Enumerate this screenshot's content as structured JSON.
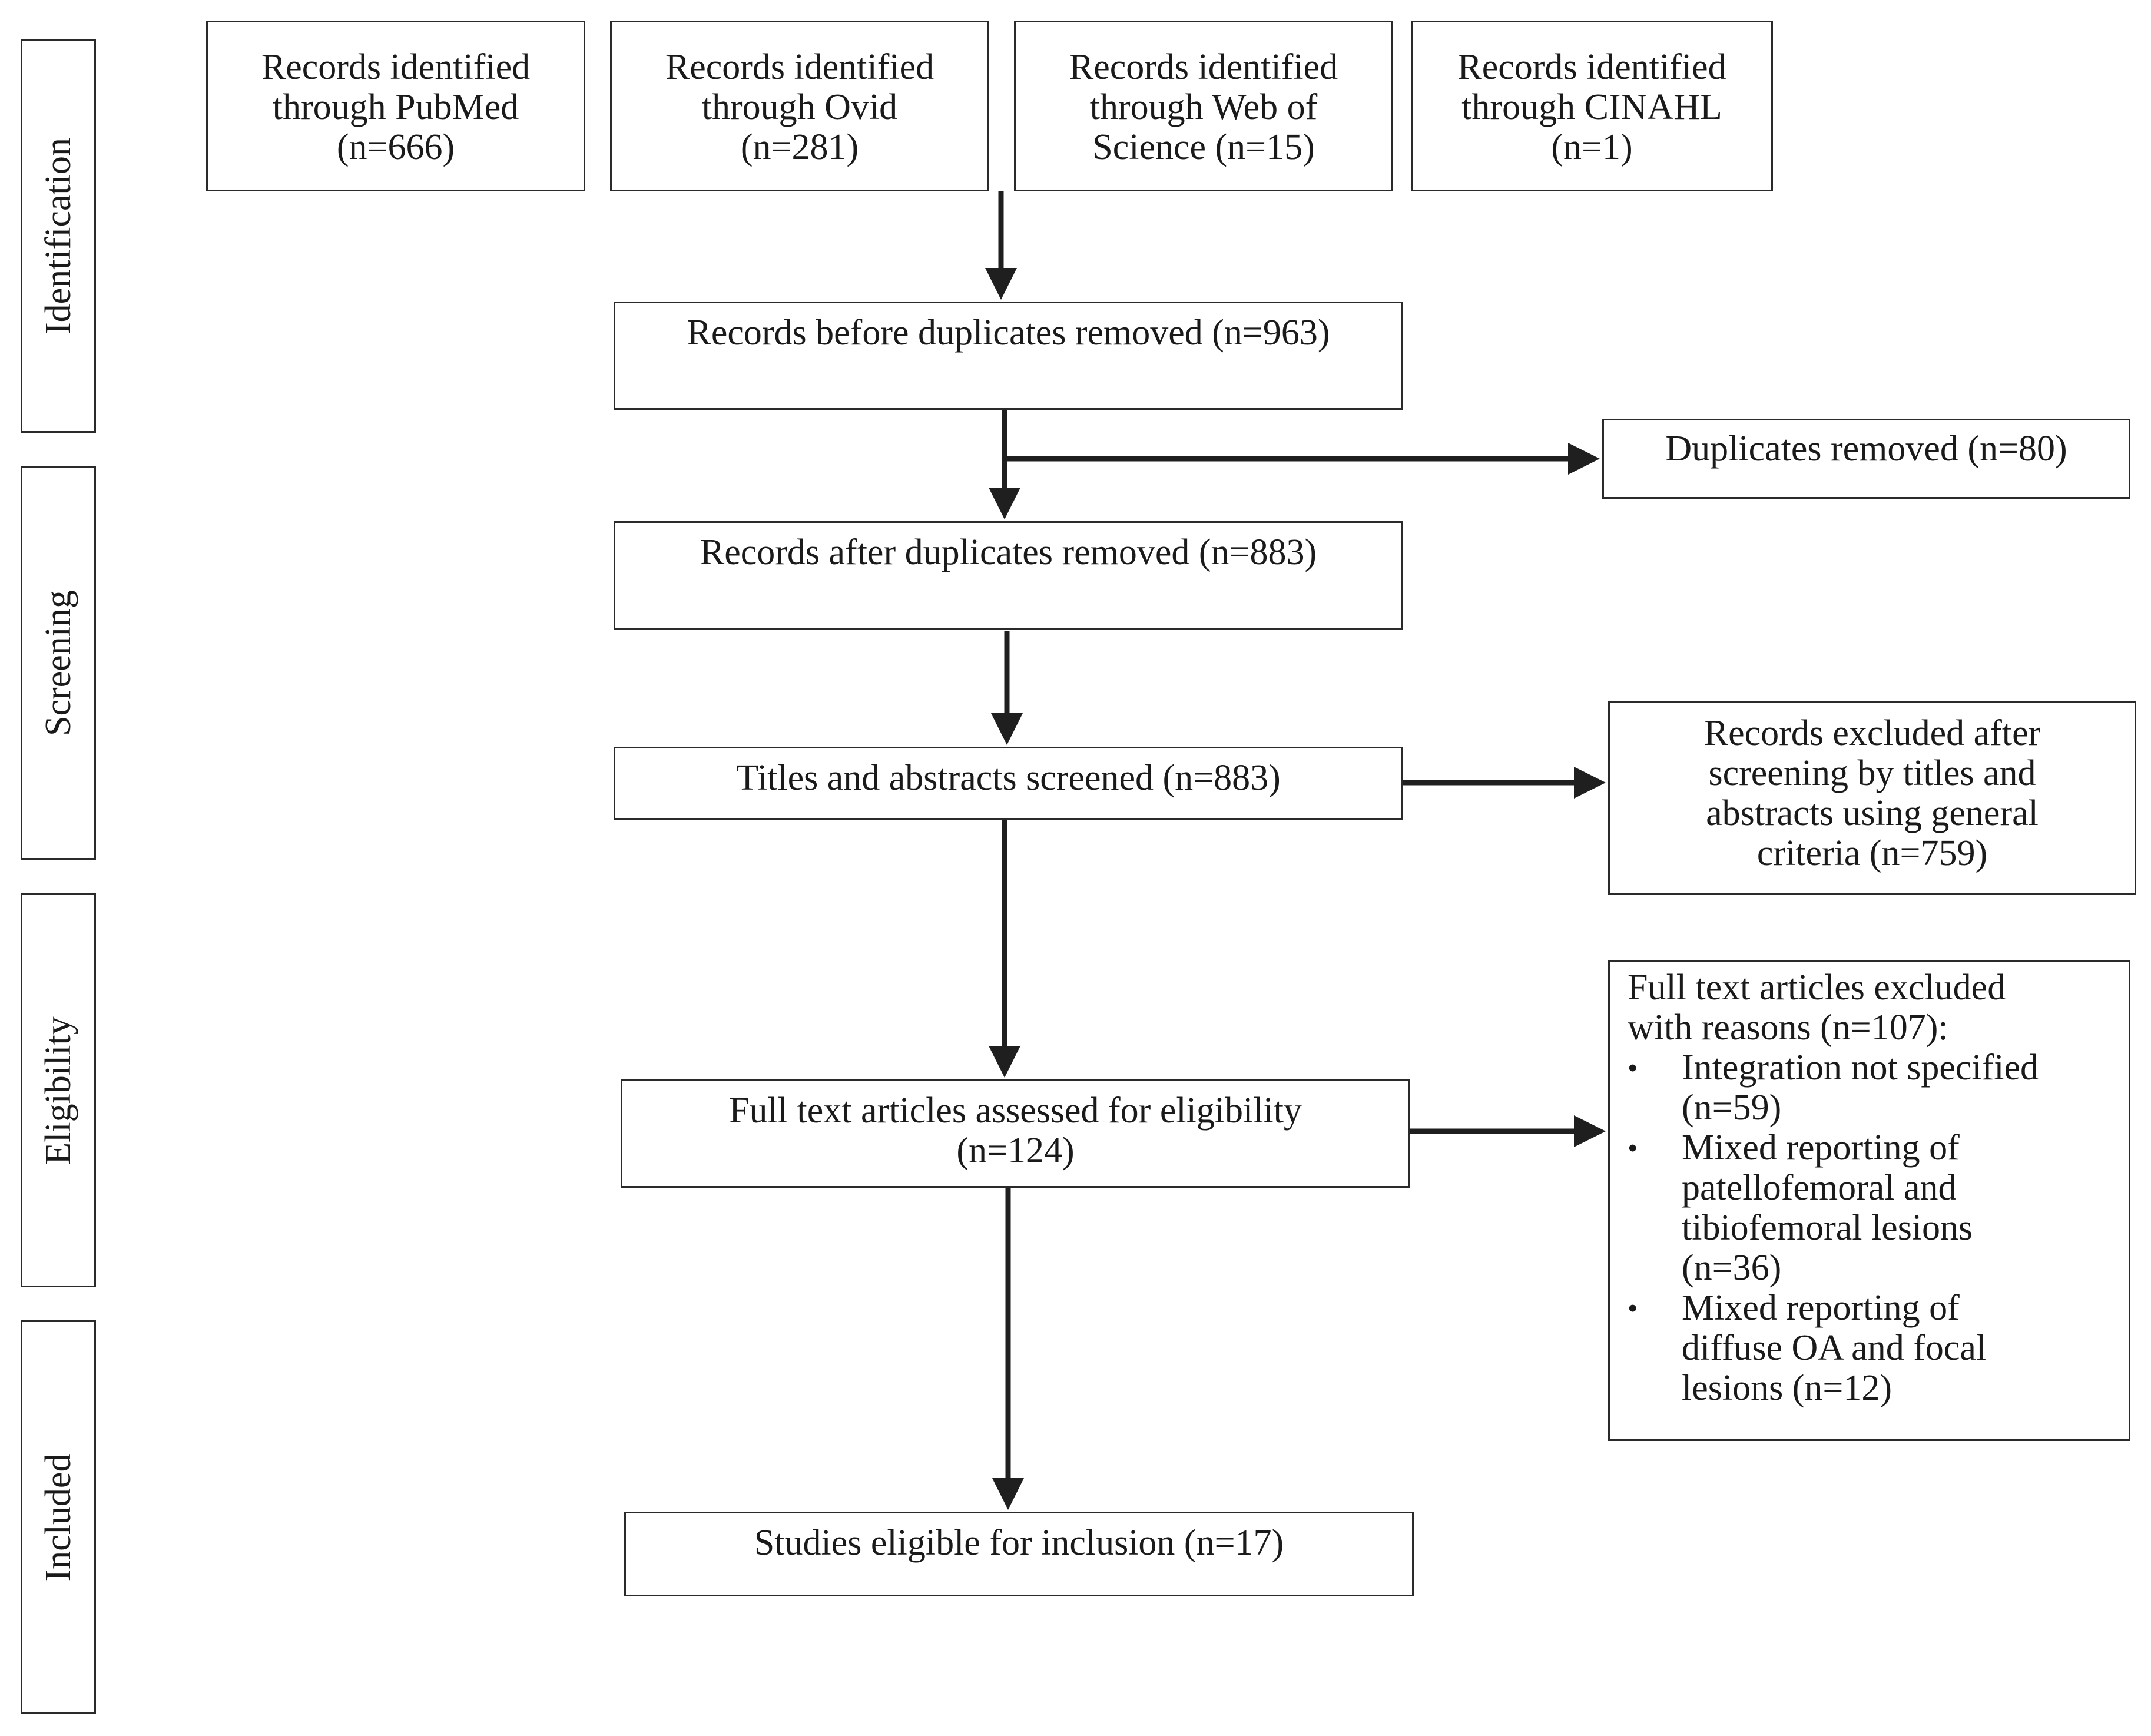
{
  "phases": {
    "identification": "Identification",
    "screening": "Screening",
    "eligibility": "Eligibility",
    "included": "Included"
  },
  "sources": {
    "pubmed": [
      "Records identified",
      "through PubMed",
      "(n=666)"
    ],
    "ovid": [
      "Records identified",
      "through Ovid",
      "(n=281)"
    ],
    "wos": [
      "Records identified",
      "through Web of",
      "Science (n=15)"
    ],
    "cinahl": [
      "Records identified",
      "through CINAHL",
      "(n=1)"
    ]
  },
  "flow": {
    "before_dup": "Records before duplicates removed (n=963)",
    "after_dup": "Records after duplicates removed (n=883)",
    "screened": "Titles and abstracts screened (n=883)",
    "fulltext": [
      "Full text articles assessed for eligibility",
      "(n=124)"
    ],
    "included": "Studies eligible for inclusion (n=17)"
  },
  "exclusions": {
    "duplicates": "Duplicates removed (n=80)",
    "screening": [
      "Records excluded after",
      "screening by titles and",
      "abstracts using general",
      "criteria (n=759)"
    ],
    "fulltext_header": [
      "Full text articles excluded",
      "with reasons (n=107):"
    ],
    "fulltext_reasons": [
      [
        "Integration not specified",
        "(n=59)"
      ],
      [
        "Mixed reporting of",
        "patellofemoral and",
        "tibiofemoral lesions",
        "(n=36)"
      ],
      [
        "Mixed reporting of",
        "diffuse OA and focal",
        "lesions (n=12)"
      ]
    ]
  }
}
